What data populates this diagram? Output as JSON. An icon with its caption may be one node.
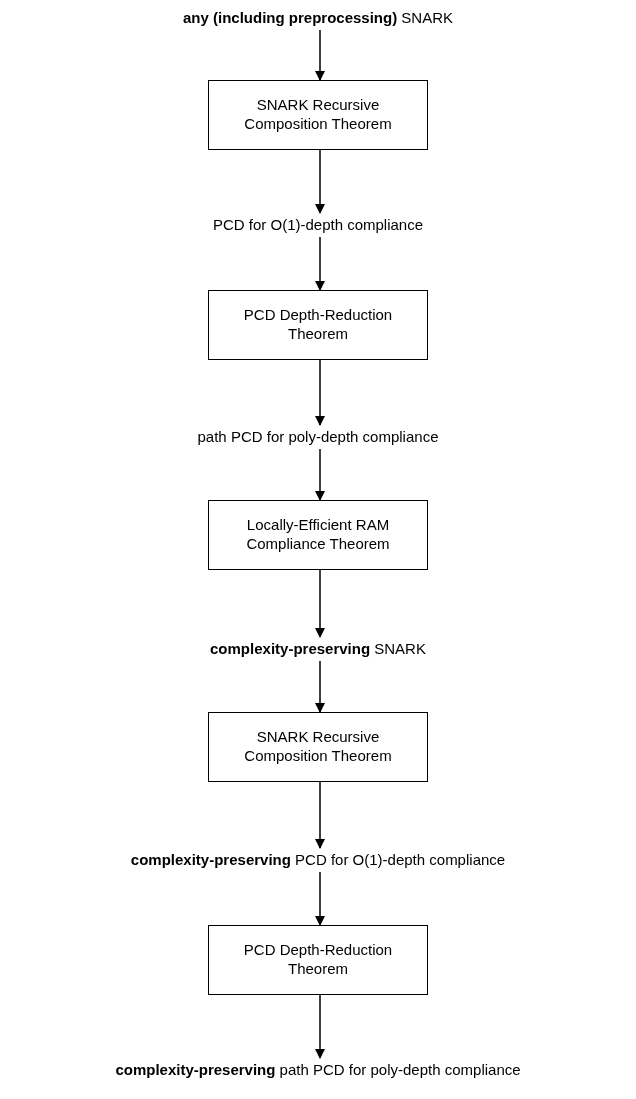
{
  "diagram": {
    "nodes": [
      {
        "text": [
          "**any (including preprocessing)** SNARK"
        ]
      },
      {
        "text": [
          "SNARK Recursive Composition Theorem"
        ]
      },
      {
        "text": [
          "PCD for O(1)-depth compliance"
        ]
      },
      {
        "text": [
          "PCD Depth-Reduction Theorem"
        ]
      },
      {
        "text": [
          "path PCD for poly-depth compliance"
        ]
      },
      {
        "text": [
          "Locally-Efficient RAM Compliance Theorem"
        ]
      },
      {
        "text": [
          "**complexity-preserving** SNARK"
        ]
      },
      {
        "text": [
          "SNARK Recursive Composition Theorem"
        ]
      },
      {
        "text": [
          "**complexity-preserving** PCD for O(1)-depth compliance"
        ]
      },
      {
        "text": [
          "PCD Depth-Reduction Theorem"
        ]
      },
      {
        "text": [
          "**complexity-preserving** path PCD for poly-depth compliance"
        ]
      }
    ],
    "edges": [
      {
        "from": 0,
        "to": 1,
        "arrow": "to"
      },
      {
        "from": 1,
        "to": 2,
        "arrow": "to"
      },
      {
        "from": 2,
        "to": 3,
        "arrow": "to"
      },
      {
        "from": 3,
        "to": 4,
        "arrow": "to"
      },
      {
        "from": 4,
        "to": 5,
        "arrow": "to"
      },
      {
        "from": 5,
        "to": 6,
        "arrow": "to"
      },
      {
        "from": 6,
        "to": 7,
        "arrow": "to"
      },
      {
        "from": 7,
        "to": 8,
        "arrow": "to"
      },
      {
        "from": 8,
        "to": 9,
        "arrow": "to"
      },
      {
        "from": 9,
        "to": 10,
        "arrow": "to"
      }
    ]
  }
}
